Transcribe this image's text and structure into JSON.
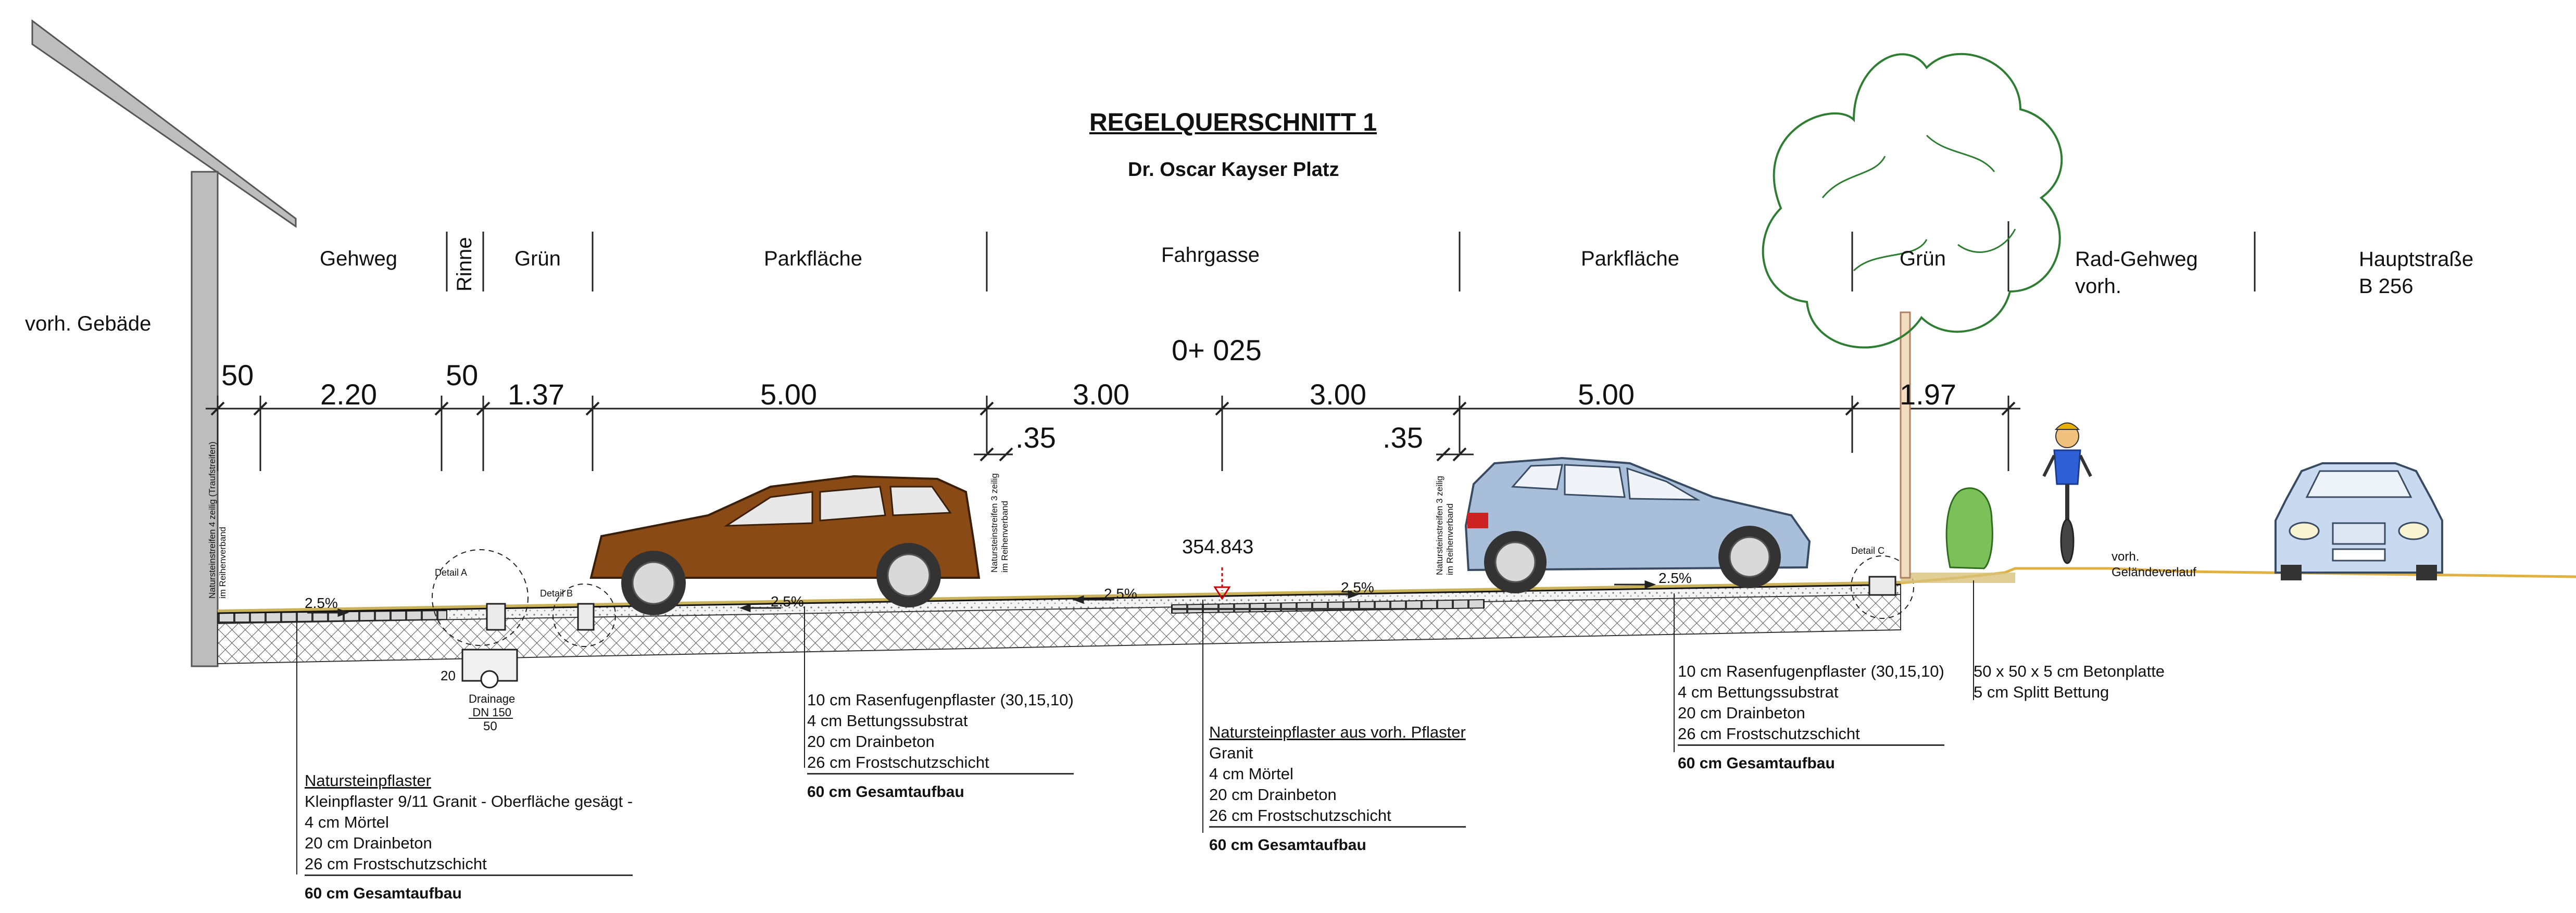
{
  "title": "REGELQUERSCHNITT 1",
  "subtitle": "Dr. Oscar Kayser Platz",
  "station": "0+ 025",
  "elevation": "354.843",
  "building_label": "vorh. Gebäde",
  "zones": {
    "gehweg": "Gehweg",
    "rinne": "Rinne",
    "gruen_left": "Grün",
    "parkflaeche_left": "Parkfläche",
    "fahrgasse": "Fahrgasse",
    "parkflaeche_right": "Parkfläche",
    "gruen_right": "Grün",
    "radgehweg": [
      "Rad-Gehweg",
      "vorh."
    ],
    "hauptstrasse": [
      "Hauptstraße",
      "B 256"
    ]
  },
  "dimensions": {
    "d1": "50",
    "d2": "2.20",
    "d3": "50",
    "d4": "1.37",
    "d5": "5.00",
    "d6": "3.00",
    "d7": "3.00",
    "d8": "5.00",
    "d9": "1.97",
    "d_small_left": ".35",
    "d_small_right": ".35"
  },
  "curb_notes": {
    "left": [
      "Natursteinstreifen 4 zeilig (Traufstreifen)",
      "im Reihenverband"
    ],
    "mid": [
      "Natursteinstreifen 3 zeilig",
      "im Reihenverband"
    ],
    "right": [
      "Natursteinstreifen 3 zeilig",
      "im Reihenverband"
    ]
  },
  "details": {
    "a": "Detail A",
    "b": "Detail B",
    "c": "Detail C"
  },
  "slopes": [
    "2.5%",
    "2.5%",
    "2.5%",
    "2.5%",
    "2.5%"
  ],
  "drainage": {
    "depth": "20",
    "label": [
      "Drainage",
      "DN 150"
    ],
    "width": "50"
  },
  "ground_label": [
    "vorh.",
    "Geländeverlauf"
  ],
  "notes": {
    "n1": {
      "heading": "Natursteinpflaster",
      "lines": [
        "Kleinpflaster 9/11 Granit - Oberfläche gesägt -",
        "4 cm Mörtel",
        "20 cm Drainbeton",
        "26 cm Frostschutzschicht"
      ],
      "total": "60 cm Gesamtaufbau"
    },
    "n2": {
      "lines": [
        "10 cm Rasenfugenpflaster (30,15,10)",
        "4 cm Bettungssubstrat",
        "20 cm Drainbeton",
        "26 cm Frostschutzschicht"
      ],
      "total": "60 cm Gesamtaufbau"
    },
    "n3": {
      "heading": "Natursteinpflaster aus vorh. Pflaster",
      "lines": [
        "Granit",
        "4 cm Mörtel",
        "20 cm Drainbeton",
        "26 cm Frostschutzschicht"
      ],
      "total": "60 cm Gesamtaufbau"
    },
    "n4": {
      "lines": [
        "10 cm Rasenfugenpflaster (30,15,10)",
        "4 cm Bettungssubstrat",
        "20 cm Drainbeton",
        "26 cm Frostschutzschicht"
      ],
      "total": "60 cm Gesamtaufbau"
    },
    "n5": {
      "lines": [
        "50 x 50 x 5 cm Betonplatte",
        "5 cm Splitt Bettung"
      ]
    }
  },
  "colors": {
    "car_left": "#8a4a16",
    "car_right": "#a9bfd9",
    "tree": "#2e7d32",
    "hedge": "#7cc05a",
    "ground": "#e0b040",
    "slope_arrow": "#cc0000"
  }
}
